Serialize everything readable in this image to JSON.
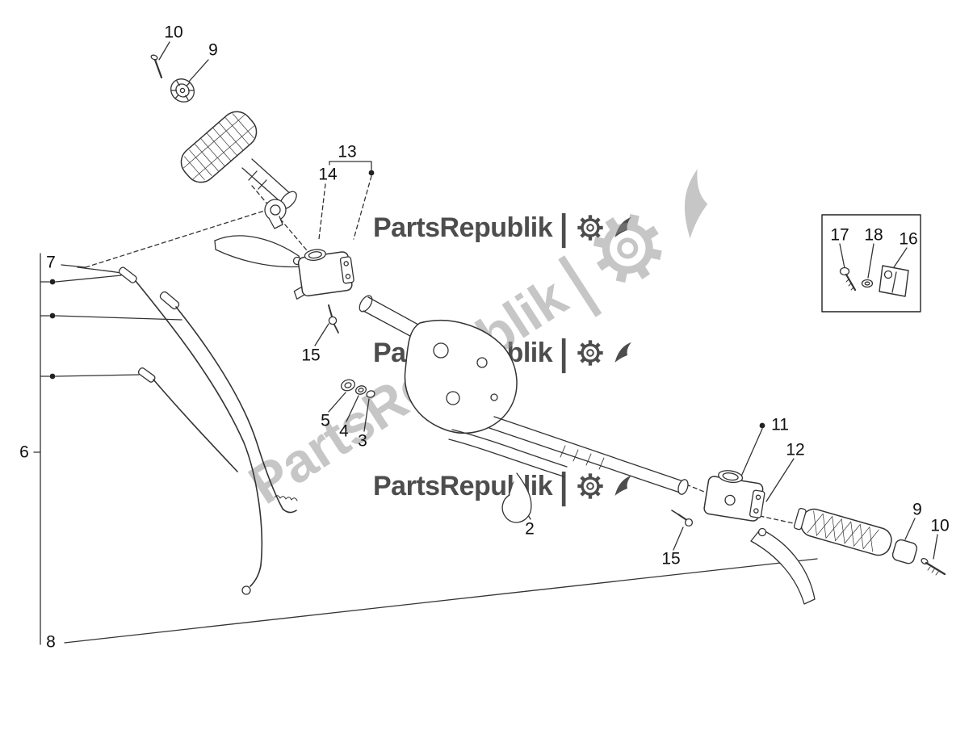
{
  "watermark": {
    "text": "PartsRepublik",
    "separator": "|"
  },
  "colors": {
    "background": "#ffffff",
    "line_art": "#333333",
    "watermark_horizontal": "#4d4d4d",
    "watermark_diagonal": "#8f8f8f",
    "callout_text": "#111111"
  },
  "callouts": [
    "10",
    "9",
    "13",
    "14",
    "7",
    "6",
    "8",
    "15",
    "5",
    "4",
    "3",
    "2",
    "11",
    "12",
    "15",
    "9",
    "10",
    "17",
    "18",
    "16"
  ]
}
